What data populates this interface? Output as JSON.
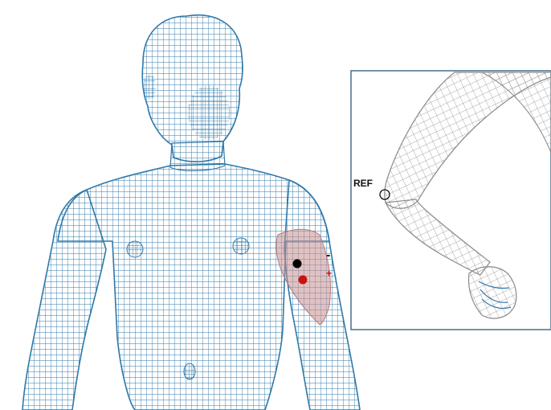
{
  "figure": {
    "colors": {
      "mesh_main": "#2f78a8",
      "mesh_inset": "#8a8a8a",
      "muscle_fill": "#c98f8f",
      "electrode_neg": "#000000",
      "electrode_pos": "#cc1111",
      "inset_border": "#4a6f8a",
      "text": "#111111"
    },
    "main_view": {
      "subject": "wireframe-human-torso",
      "target_muscle": "biceps-brachii",
      "electrodes": [
        {
          "id": "negative",
          "sign": "-"
        },
        {
          "id": "positive",
          "sign": "+"
        }
      ]
    },
    "inset_view": {
      "subject": "wireframe-bent-arm",
      "reference_label": "REF"
    }
  }
}
